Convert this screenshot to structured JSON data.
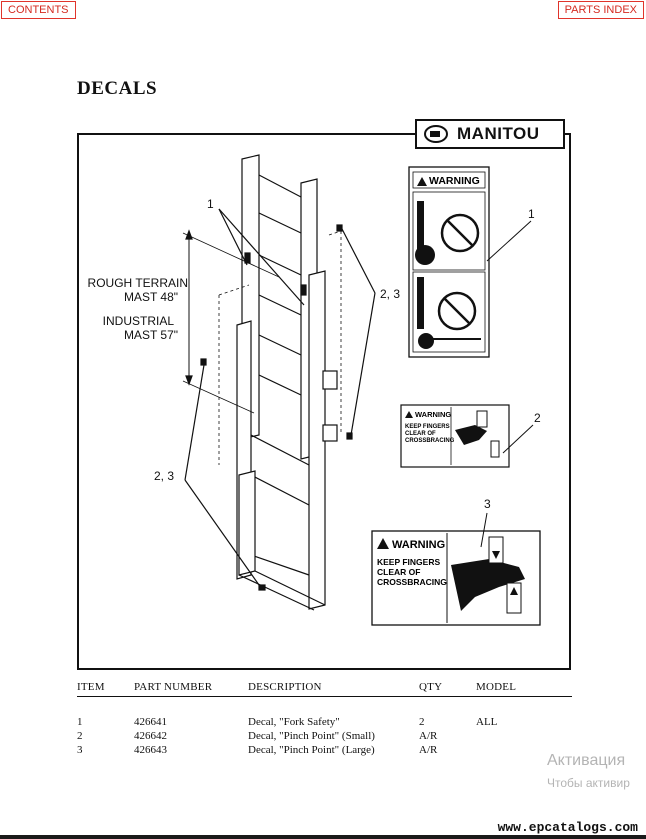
{
  "nav": {
    "contents": "CONTENTS",
    "parts_index": "PARTS INDEX"
  },
  "page_title": "DECALS",
  "logo": "MANITOU",
  "diagram": {
    "callout_1": "1",
    "callout_23_right": "2, 3",
    "callout_23_left": "2, 3",
    "rough_terrain": "ROUGH TERRAIN",
    "rough_mast": "MAST  48\"",
    "industrial": "INDUSTRIAL",
    "industrial_mast": "MAST  57\"",
    "decal1_callout": "1",
    "decal2_callout": "2",
    "decal3_callout": "3",
    "warning": "WARNING",
    "keep_line1": "KEEP FINGERS",
    "keep_line2": "CLEAR OF",
    "keep_line3": "CROSSBRACING"
  },
  "table": {
    "headers": [
      "ITEM",
      "PART NUMBER",
      "DESCRIPTION",
      "QTY",
      "MODEL"
    ],
    "rows": [
      [
        "1",
        "426641",
        "Decal, \"Fork Safety\"",
        "2",
        "ALL"
      ],
      [
        "2",
        "426642",
        "Decal, \"Pinch Point\" (Small)",
        "A/R",
        ""
      ],
      [
        "3",
        "426643",
        "Decal, \"Pinch Point\" (Large)",
        "A/R",
        ""
      ]
    ]
  },
  "watermark": {
    "line1": "Активация",
    "line2": "Чтобы активир"
  },
  "footer": "www.epcatalogs.com"
}
